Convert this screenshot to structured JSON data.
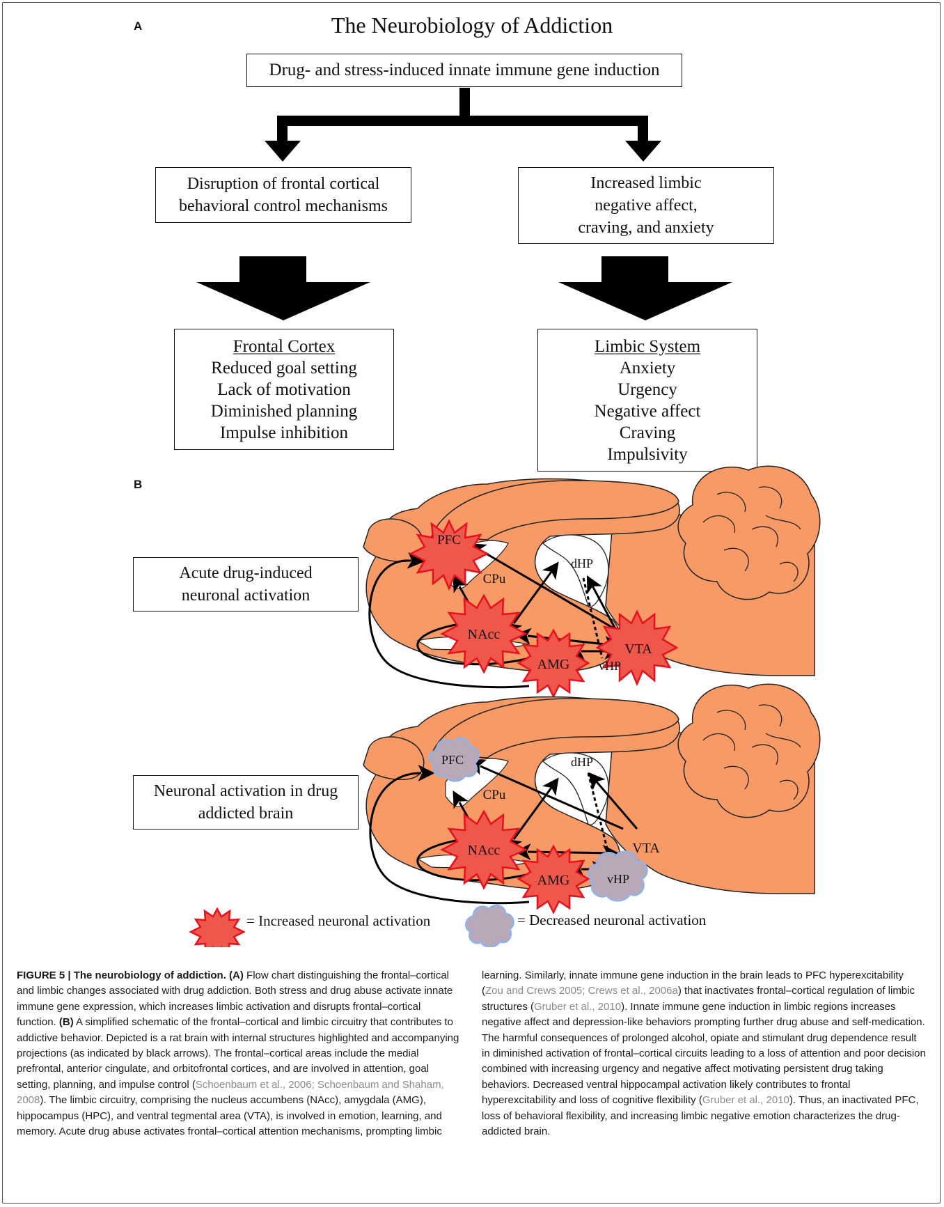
{
  "panel_a": {
    "label": "A",
    "title": "The Neurobiology of Addiction",
    "top_box": "Drug- and stress-induced innate immune gene induction",
    "left_box": [
      "Disruption of frontal cortical",
      "behavioral control mechanisms"
    ],
    "right_box": [
      "Increased limbic",
      "negative affect,",
      "craving, and anxiety"
    ],
    "frontal": {
      "heading": "Frontal Cortex",
      "items": [
        "Reduced goal setting",
        "Lack of motivation",
        "Diminished planning",
        "Impulse inhibition"
      ]
    },
    "limbic": {
      "heading": "Limbic System",
      "items": [
        "Anxiety",
        "Urgency",
        "Negative affect",
        "Craving",
        "Impulsivity"
      ]
    }
  },
  "panel_b": {
    "label": "B",
    "acute_box": [
      "Acute drug-induced",
      "neuronal activation"
    ],
    "addicted_box": [
      "Neuronal activation in drug",
      "addicted brain"
    ],
    "regions": {
      "pfc": "PFC",
      "dhp": "dHP",
      "cpu": "CPu",
      "nacc": "NAcc",
      "vta": "VTA",
      "amg": "AMG",
      "vhp": "vHP"
    },
    "legend": {
      "increased": "= Increased neuronal activation",
      "decreased": "= Decreased neuronal activation"
    },
    "colors": {
      "brain": "#f79a65",
      "activated_fill": "#f0574b",
      "activated_stroke": "#e8101c",
      "decreased_fill": "#b9a9b8",
      "decreased_stroke": "#8fb2e8"
    }
  },
  "caption": {
    "figure_label": "FIGURE 5 | The neurobiology of addiction.",
    "a_label": "(A)",
    "a_text": " Flow chart distinguishing the frontal–cortical and limbic changes associated with drug addiction. Both stress and drug abuse activate innate immune gene expression, which increases limbic activation and disrupts frontal–cortical function. ",
    "b_label": "(B)",
    "b_text": " A simplified schematic of the frontal–cortical and limbic circuitry that contributes to addictive behavior. Depicted is a rat brain with internal structures highlighted and accompanying projections (as indicated by black arrows). The frontal–cortical areas include the medial prefrontal, anterior cingulate, and orbitofrontal cortices, and are involved in attention, goal setting, planning, and impulse control (",
    "ref1": "Schoenbaum et al., 2006; Schoenbaum and Shaham, 2008",
    "text2": "). The limbic circuitry, comprising the nucleus accumbens (NAcc), amygdala (AMG), hippocampus (HPC), and ventral tegmental area (VTA), is involved in emotion, learning, and memory. Acute drug abuse activates frontal–cortical attention mechanisms, prompting limbic",
    "col2_text1": "learning. Similarly, innate immune gene induction in the brain leads to PFC hyperexcitability (",
    "ref2": "Zou and Crews 2005; Crews et al., 2006a",
    "col2_text2": ") that inactivates frontal–cortical regulation of limbic structures (",
    "ref3": "Gruber et al., 2010",
    "col2_text3": "). Innate immune gene induction in limbic regions increases negative affect and depression-like behaviors prompting further drug abuse and self-medication. The harmful consequences of prolonged alcohol, opiate and stimulant drug dependence result in diminished activation of frontal–cortical circuits leading to a loss of attention and poor decision combined with increasing urgency and negative affect motivating persistent drug taking behaviors. Decreased ventral hippocampal activation likely contributes to frontal hyperexcitability and loss of cognitive flexibility (",
    "ref4": "Gruber et al., 2010",
    "col2_text4": "). Thus, an inactivated PFC, loss of behavioral flexibility, and increasing limbic negative emotion characterizes the drug-addicted brain."
  }
}
